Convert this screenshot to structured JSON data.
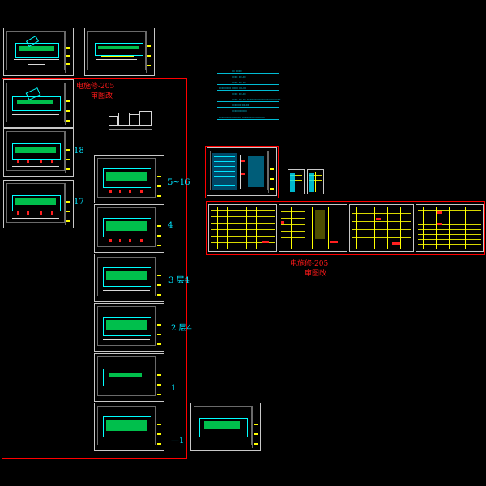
{
  "colors": {
    "background": "#000000",
    "frame": "#ff0000",
    "label": "#00e5ff",
    "sheet_border": "#c8c8c8",
    "plan_line": "#00ffff",
    "plan_fill": "#00ff66",
    "table_line": "#ffff00"
  },
  "group_notes": {
    "left": {
      "line1": "电施修-205",
      "line2": "审图改"
    },
    "right": {
      "line1": "电施修-205",
      "line2": "审图改"
    }
  },
  "floor_labels": {
    "f18": "18",
    "f17": "17",
    "f5_16": "5~16",
    "f4": "4",
    "f3": "3 层4",
    "f2": "2 层4",
    "f1": "1",
    "fb1": "—1"
  },
  "legend": {
    "rows": [
      "▭ ▭▭",
      "▭▭ ▭.▭",
      "▭▭ ▭.▭",
      "▭▭▭▭ ▭▭ ▭.▭",
      "▭▭ ▭.▭",
      "▭▭ ▭.▭ ▭▭▭▭▭▭▭▭▭▭▭",
      "▭▭▭ ▭.▭",
      "▭▭▭▭▭",
      "▭▭▭▭.▭▭▭  ▭▭▭▭.▭▭▭"
    ]
  }
}
